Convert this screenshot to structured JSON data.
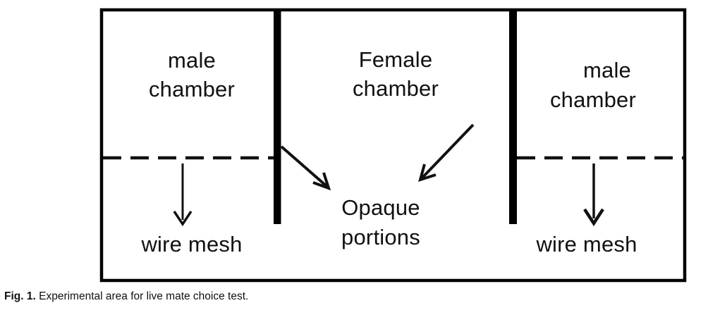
{
  "figure": {
    "caption_label": "Fig. 1.",
    "caption_body": "Experimental area for live mate choice test.",
    "colors": {
      "ink": "#111111",
      "border": "#000000",
      "background": "#ffffff"
    }
  },
  "diagram": {
    "chambers": [
      {
        "id": "left-male-chamber",
        "line1": "male",
        "line2": "chamber"
      },
      {
        "id": "center-female-chamber",
        "line1": "Female",
        "line2": "chamber"
      },
      {
        "id": "right-male-chamber",
        "line1": "male",
        "line2": "chamber"
      }
    ],
    "callouts": [
      {
        "id": "wire-mesh-left",
        "line1": "wire mesh",
        "line2": ""
      },
      {
        "id": "opaque-portions",
        "line1": "Opaque",
        "line2": "portions"
      },
      {
        "id": "wire-mesh-right",
        "line1": "wire mesh",
        "line2": ""
      }
    ],
    "dividers": [
      {
        "id": "left-opaque-divider"
      },
      {
        "id": "right-opaque-divider"
      }
    ],
    "mesh_lines": [
      {
        "id": "left-wire-mesh-line"
      },
      {
        "id": "right-wire-mesh-line"
      }
    ],
    "arrows": [
      {
        "id": "arrow-to-wire-mesh-left"
      },
      {
        "id": "arrow-to-opaque-left"
      },
      {
        "id": "arrow-to-opaque-right"
      },
      {
        "id": "arrow-to-wire-mesh-right"
      }
    ]
  }
}
